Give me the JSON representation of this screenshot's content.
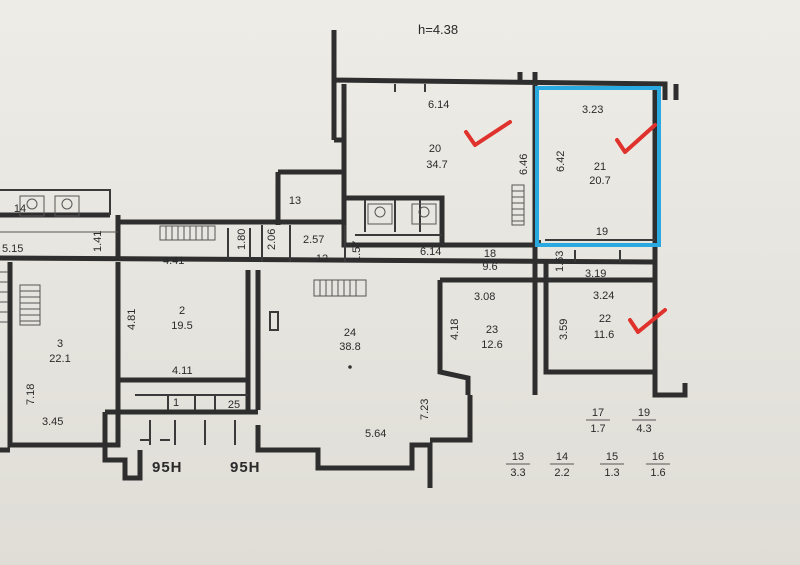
{
  "header": {
    "height_label": "h=4.38"
  },
  "rooms": [
    {
      "id": "20",
      "num": "20",
      "area": "34.7"
    },
    {
      "id": "21",
      "num": "21",
      "area": "20.7"
    },
    {
      "id": "18",
      "num": "18",
      "area": "9.6"
    },
    {
      "id": "19",
      "num": "19",
      "area": ""
    },
    {
      "id": "22",
      "num": "22",
      "area": "11.6"
    },
    {
      "id": "23",
      "num": "23",
      "area": "12.6"
    },
    {
      "id": "24",
      "num": "24",
      "area": "38.8"
    },
    {
      "id": "2",
      "num": "2",
      "area": "19.5"
    },
    {
      "id": "3",
      "num": "3",
      "area": "22.1"
    },
    {
      "id": "13",
      "num": "13",
      "area": ""
    },
    {
      "id": "12",
      "num": "12",
      "area": ""
    },
    {
      "id": "1",
      "num": "1",
      "area": ""
    },
    {
      "id": "25",
      "num": "25",
      "area": ""
    },
    {
      "id": "14",
      "num": "14",
      "area": ""
    }
  ],
  "dimensions": {
    "d614a": "6.14",
    "d323": "3.23",
    "d646": "6.46",
    "d642": "6.42",
    "d614b": "6.14",
    "d319": "3.19",
    "d308": "3.08",
    "d324": "3.24",
    "d418": "4.18",
    "d359": "3.59",
    "d723": "7.23",
    "d564": "5.64",
    "d441": "4.41",
    "d481": "4.81",
    "d411": "4.11",
    "d345": "3.45",
    "d718": "7.18",
    "d615": "5.15",
    "d141": "1.41",
    "d180": "1.80",
    "d206": "2.06",
    "d257": "2.57",
    "d157": "1.57",
    "d163": "1.63"
  },
  "legend": [
    {
      "num": "17",
      "area": "1.7"
    },
    {
      "num": "19",
      "area": "4.3"
    },
    {
      "num": "13",
      "area": "3.3"
    },
    {
      "num": "14",
      "area": "2.2"
    },
    {
      "num": "15",
      "area": "1.3"
    },
    {
      "num": "16",
      "area": "1.6"
    }
  ],
  "entrances": {
    "left": "95H",
    "right": "95H"
  },
  "annotations": {
    "highlight_color": "#2aa8e0",
    "check_color": "#e0322c"
  }
}
